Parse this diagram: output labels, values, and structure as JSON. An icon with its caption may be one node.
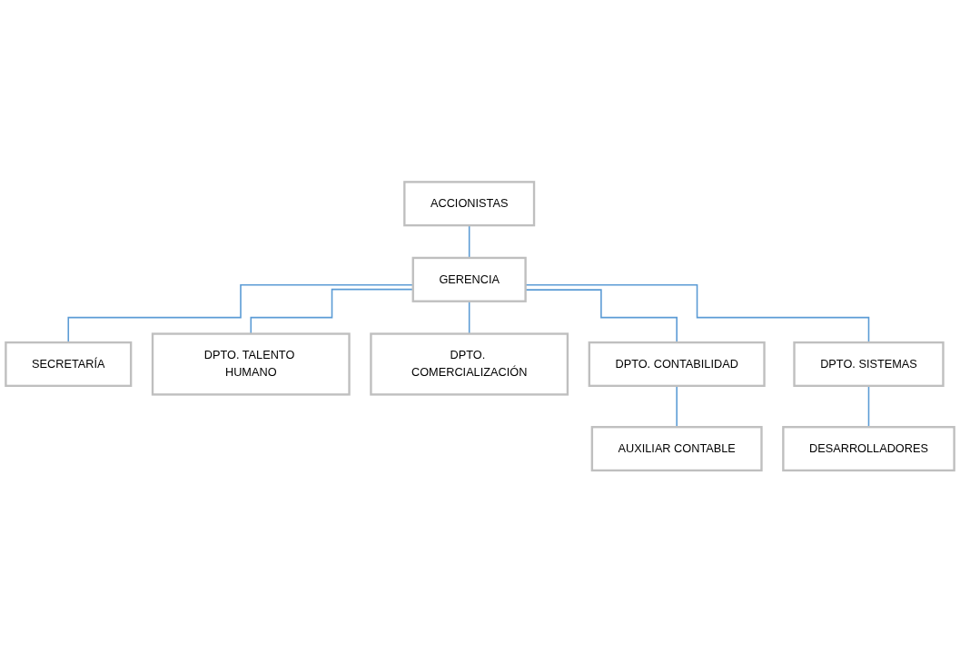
{
  "diagram": {
    "nodes": [
      {
        "text": [
          "ACCIONISTAS"
        ]
      },
      {
        "text": [
          "GERENCIA"
        ]
      },
      {
        "text": [
          "SECRETARÍA"
        ]
      },
      {
        "text": [
          "DPTO. TALENTO HUMANO"
        ]
      },
      {
        "text": [
          "DPTO. COMERCIALIZACIÓN"
        ]
      },
      {
        "text": [
          "DPTO. CONTABILIDAD"
        ]
      },
      {
        "text": [
          "DPTO. SISTEMAS"
        ]
      },
      {
        "text": [
          "AUXILIAR CONTABLE"
        ]
      },
      {
        "text": [
          "DESARROLLADORES"
        ]
      }
    ],
    "edges": [
      {
        "from": 0,
        "to": 1,
        "arrow": "none",
        "color": "#5b9bd5"
      },
      {
        "from": 1,
        "to": 2,
        "arrow": "none",
        "color": "#5b9bd5"
      },
      {
        "from": 1,
        "to": 3,
        "arrow": "none",
        "color": "#5b9bd5"
      },
      {
        "from": 1,
        "to": 4,
        "arrow": "none",
        "color": "#5b9bd5"
      },
      {
        "from": 1,
        "to": 5,
        "arrow": "none",
        "color": "#5b9bd5"
      },
      {
        "from": 1,
        "to": 6,
        "arrow": "none",
        "color": "#5b9bd5"
      },
      {
        "from": 5,
        "to": 7,
        "arrow": "none",
        "color": "#5b9bd5"
      },
      {
        "from": 6,
        "to": 8,
        "arrow": "none",
        "color": "#5b9bd5"
      }
    ]
  }
}
